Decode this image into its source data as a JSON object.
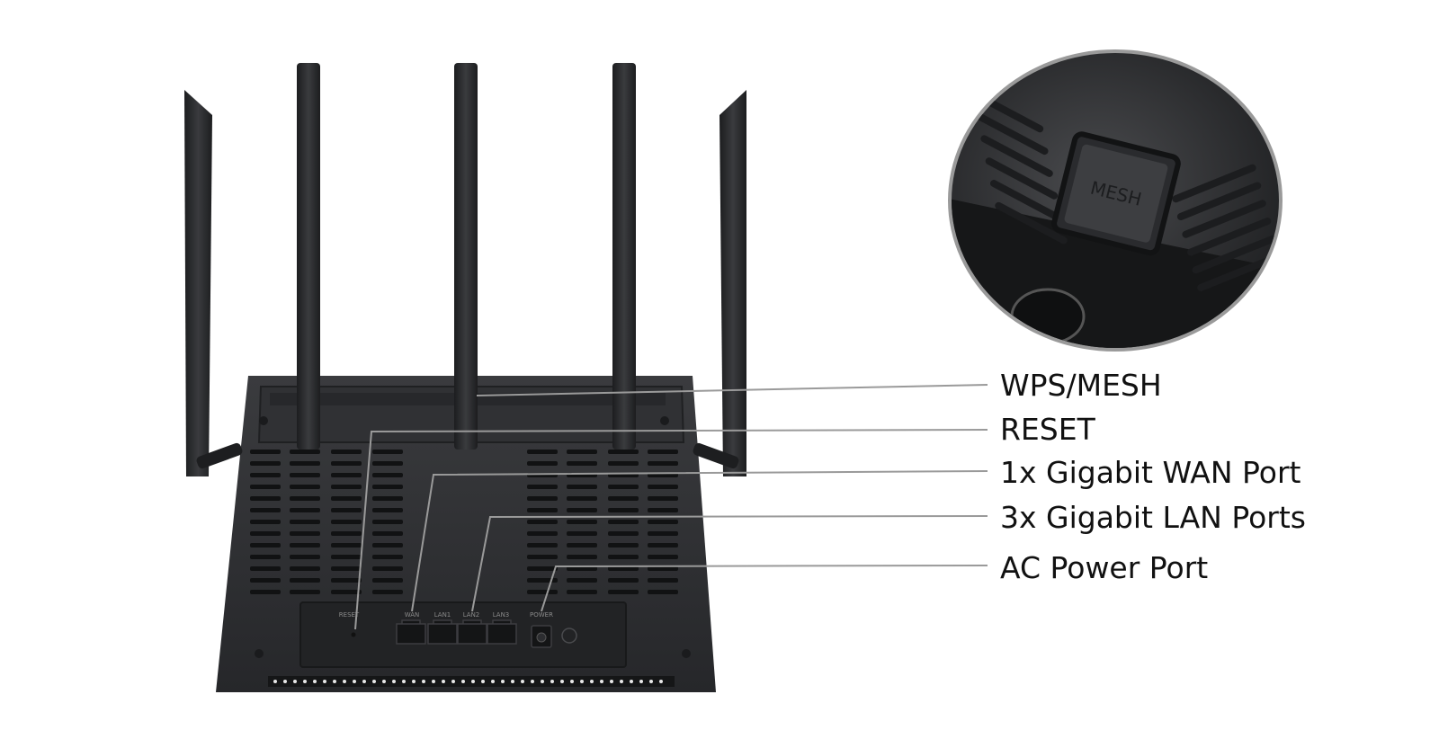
{
  "colors": {
    "body": "#2c2d2f",
    "body_dark": "#1d1e20",
    "antenna": "#242527",
    "leader": "#9a9a9a",
    "label": "#111111"
  },
  "callouts": [
    {
      "id": "wps-mesh",
      "label": "WPS/MESH"
    },
    {
      "id": "reset",
      "label": "RESET"
    },
    {
      "id": "wan",
      "label": "1x Gigabit WAN Port"
    },
    {
      "id": "lan",
      "label": "3x Gigabit LAN Ports"
    },
    {
      "id": "power",
      "label": "AC Power Port"
    }
  ],
  "ports": {
    "reset": "RESET",
    "wan": "WAN",
    "lan": [
      "LAN1",
      "LAN2",
      "LAN3"
    ],
    "power": "POWER"
  },
  "inset": {
    "button_text": "MESH",
    "icon": "mesh-button-closeup"
  }
}
